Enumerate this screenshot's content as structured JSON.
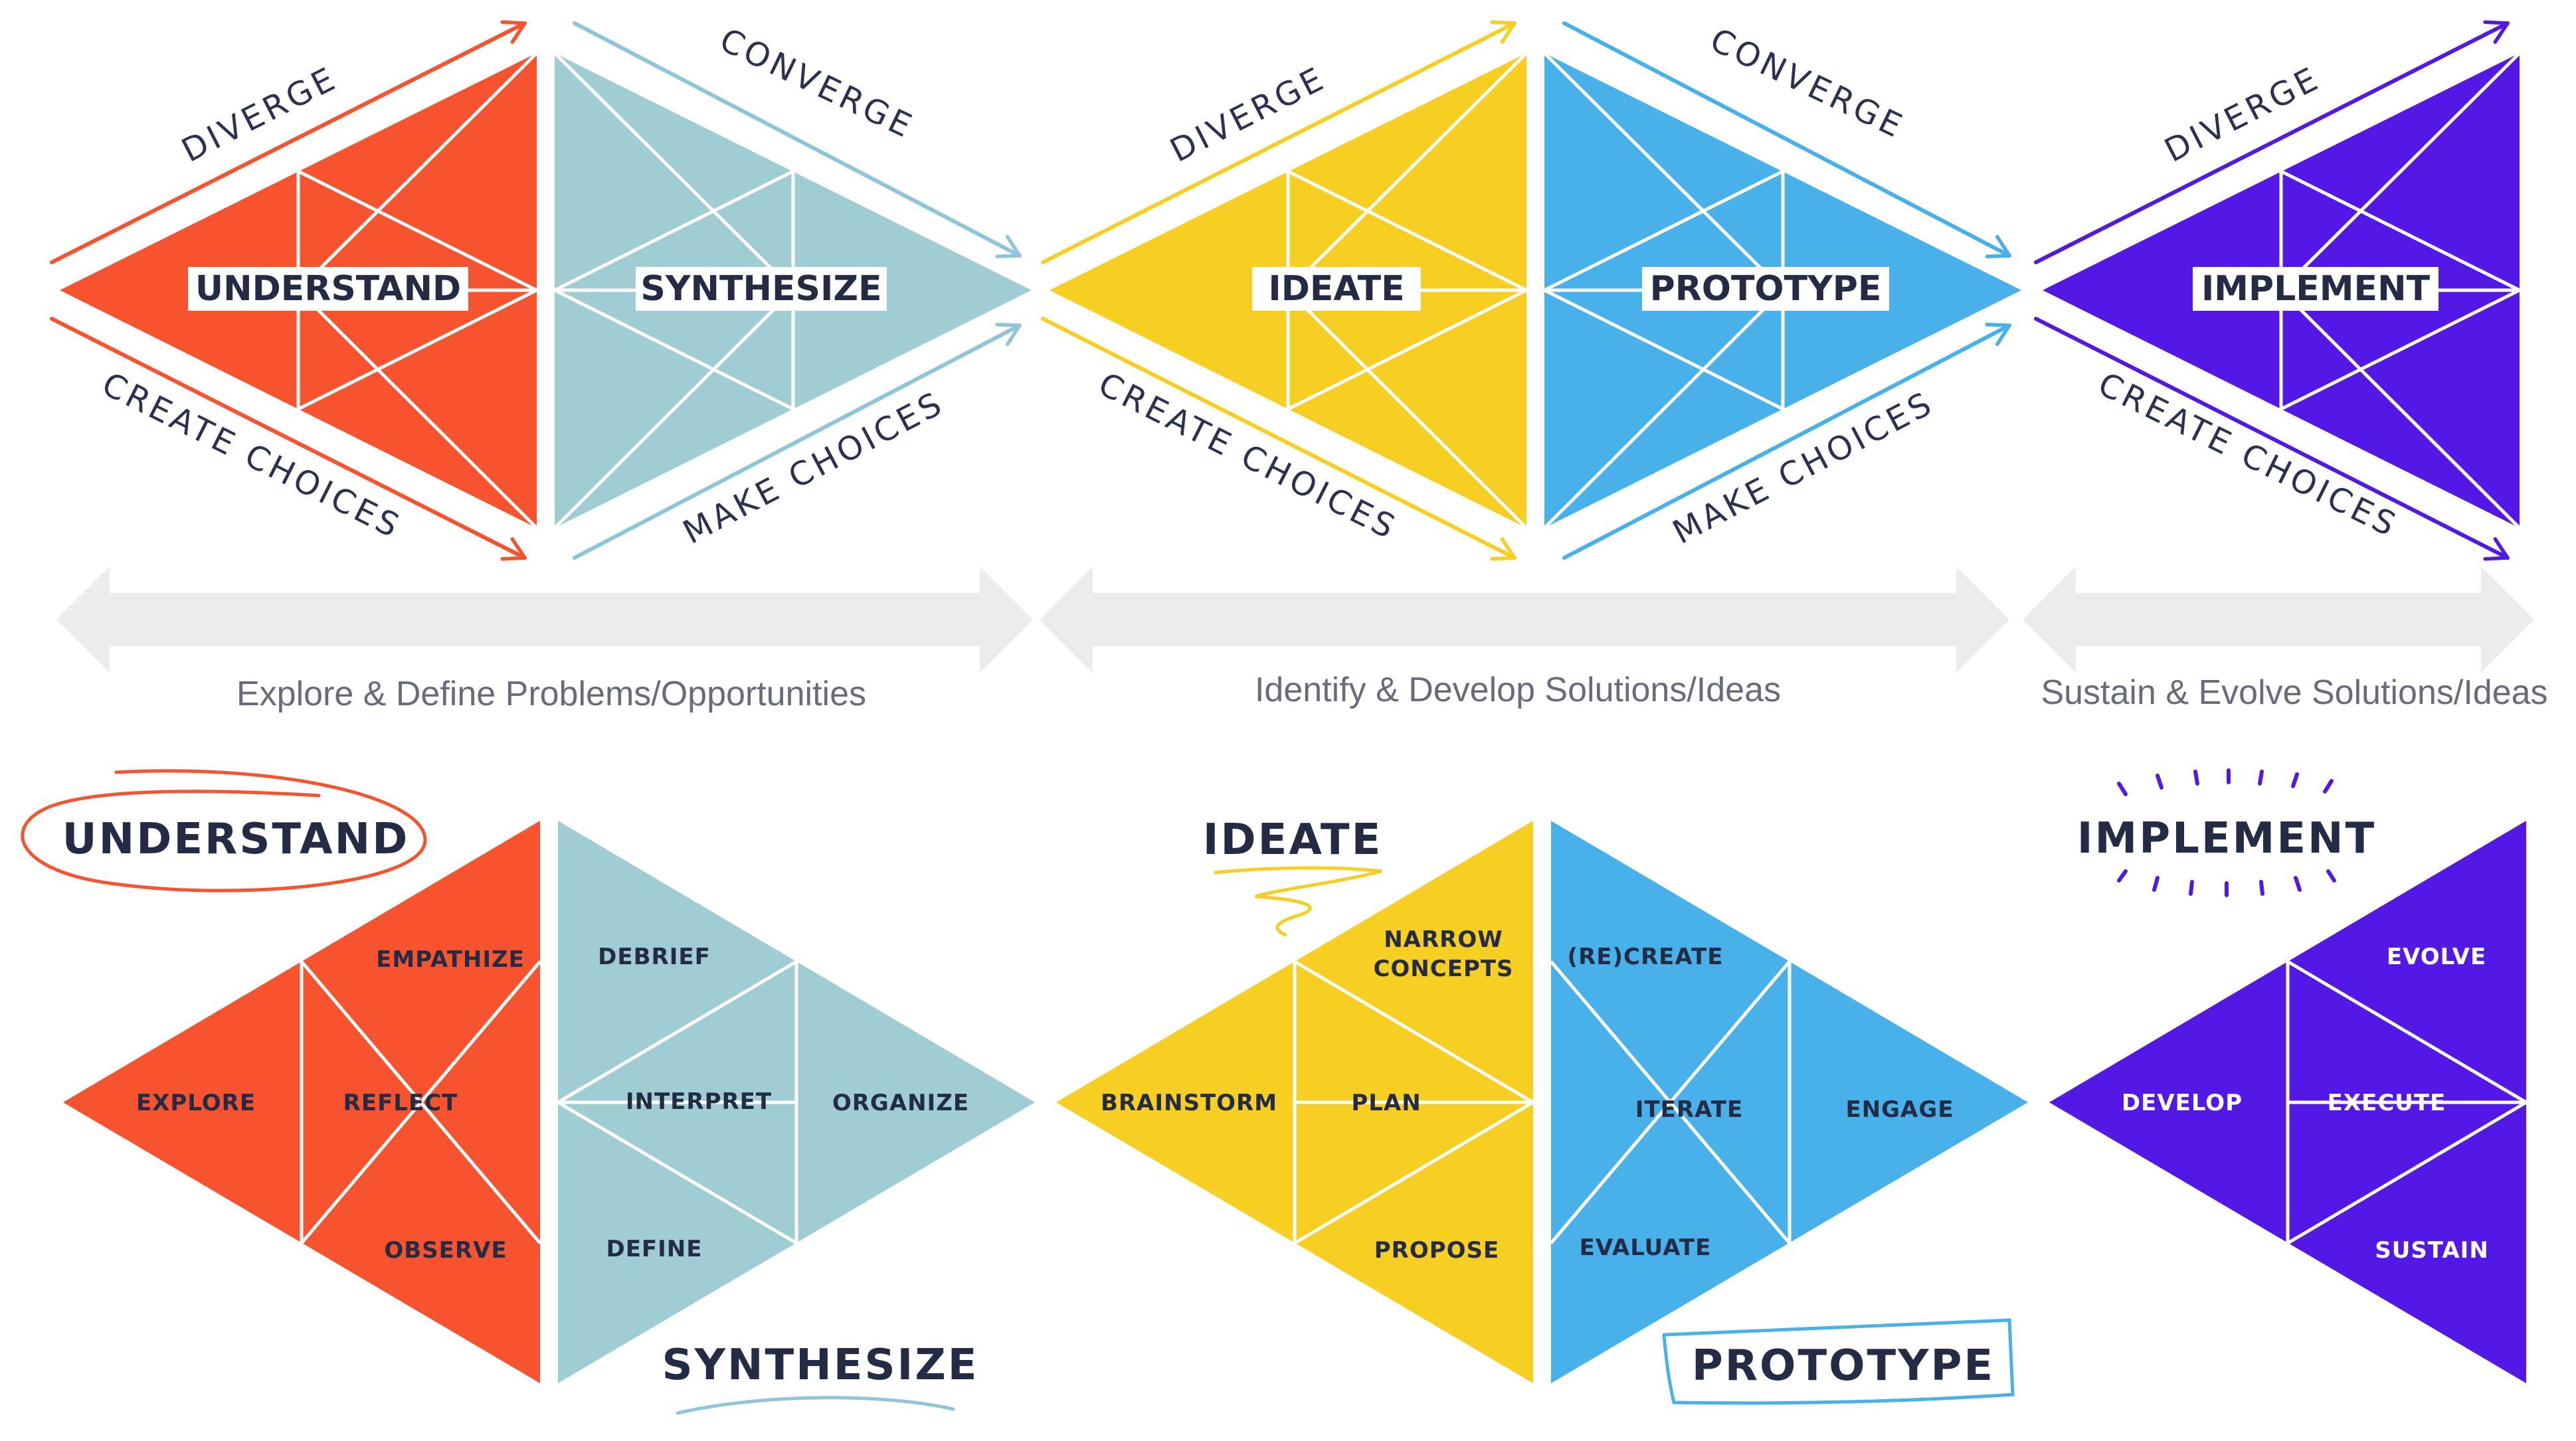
{
  "colors": {
    "understand": "#f7532f",
    "synthesize": "#a0cdd3",
    "ideate": "#f6cf22",
    "prototype": "#49b1ea",
    "implement": "#5418e6",
    "dark_text": "#242b45",
    "white_text": "#ffffff"
  },
  "top": {
    "phases": [
      {
        "id": "understand",
        "label": "UNDERSTAND"
      },
      {
        "id": "synthesize",
        "label": "SYNTHESIZE"
      },
      {
        "id": "ideate",
        "label": "IDEATE"
      },
      {
        "id": "prototype",
        "label": "PROTOTYPE"
      },
      {
        "id": "implement",
        "label": "IMPLEMENT"
      }
    ],
    "flow_labels": {
      "diverge_1": "DIVERGE",
      "create_choices_1": "CREATE CHOICES",
      "converge_1": "CONVERGE",
      "make_choices_1": "MAKE CHOICES",
      "diverge_2": "DIVERGE",
      "create_choices_2": "CREATE CHOICES",
      "converge_2": "CONVERGE",
      "make_choices_2": "MAKE CHOICES",
      "diverge_3": "DIVERGE",
      "create_choices_3": "CREATE CHOICES"
    },
    "stages": [
      "Explore & Define Problems/Opportunities",
      "Identify & Develop Solutions/Ideas",
      "Sustain & Evolve Solutions/Ideas"
    ]
  },
  "bottom": {
    "titles": {
      "understand": "UNDERSTAND",
      "synthesize": "SYNTHESIZE",
      "ideate": "IDEATE",
      "prototype": "PROTOTYPE",
      "implement": "IMPLEMENT"
    },
    "understand": {
      "empathize": "EMPATHIZE",
      "explore": "EXPLORE",
      "reflect": "REFLECT",
      "observe": "OBSERVE"
    },
    "synthesize": {
      "debrief": "DEBRIEF",
      "interpret": "INTERPRET",
      "organize": "ORGANIZE",
      "define": "DEFINE"
    },
    "ideate": {
      "narrow_1": "NARROW",
      "narrow_2": "CONCEPTS",
      "brainstorm": "BRAINSTORM",
      "plan": "PLAN",
      "propose": "PROPOSE"
    },
    "prototype": {
      "recreate": "(RE)CREATE",
      "iterate": "ITERATE",
      "engage": "ENGAGE",
      "evaluate": "EVALUATE"
    },
    "implement": {
      "evolve": "EVOLVE",
      "develop": "DEVELOP",
      "execute": "EXECUTE",
      "sustain": "SUSTAIN"
    }
  }
}
